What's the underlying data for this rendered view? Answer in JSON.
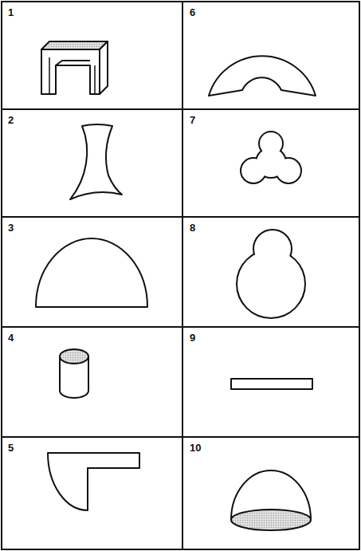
{
  "diagram": {
    "labels": [
      "1",
      "6",
      "2",
      "7",
      "3",
      "8",
      "4",
      "9",
      "5",
      "10"
    ]
  }
}
